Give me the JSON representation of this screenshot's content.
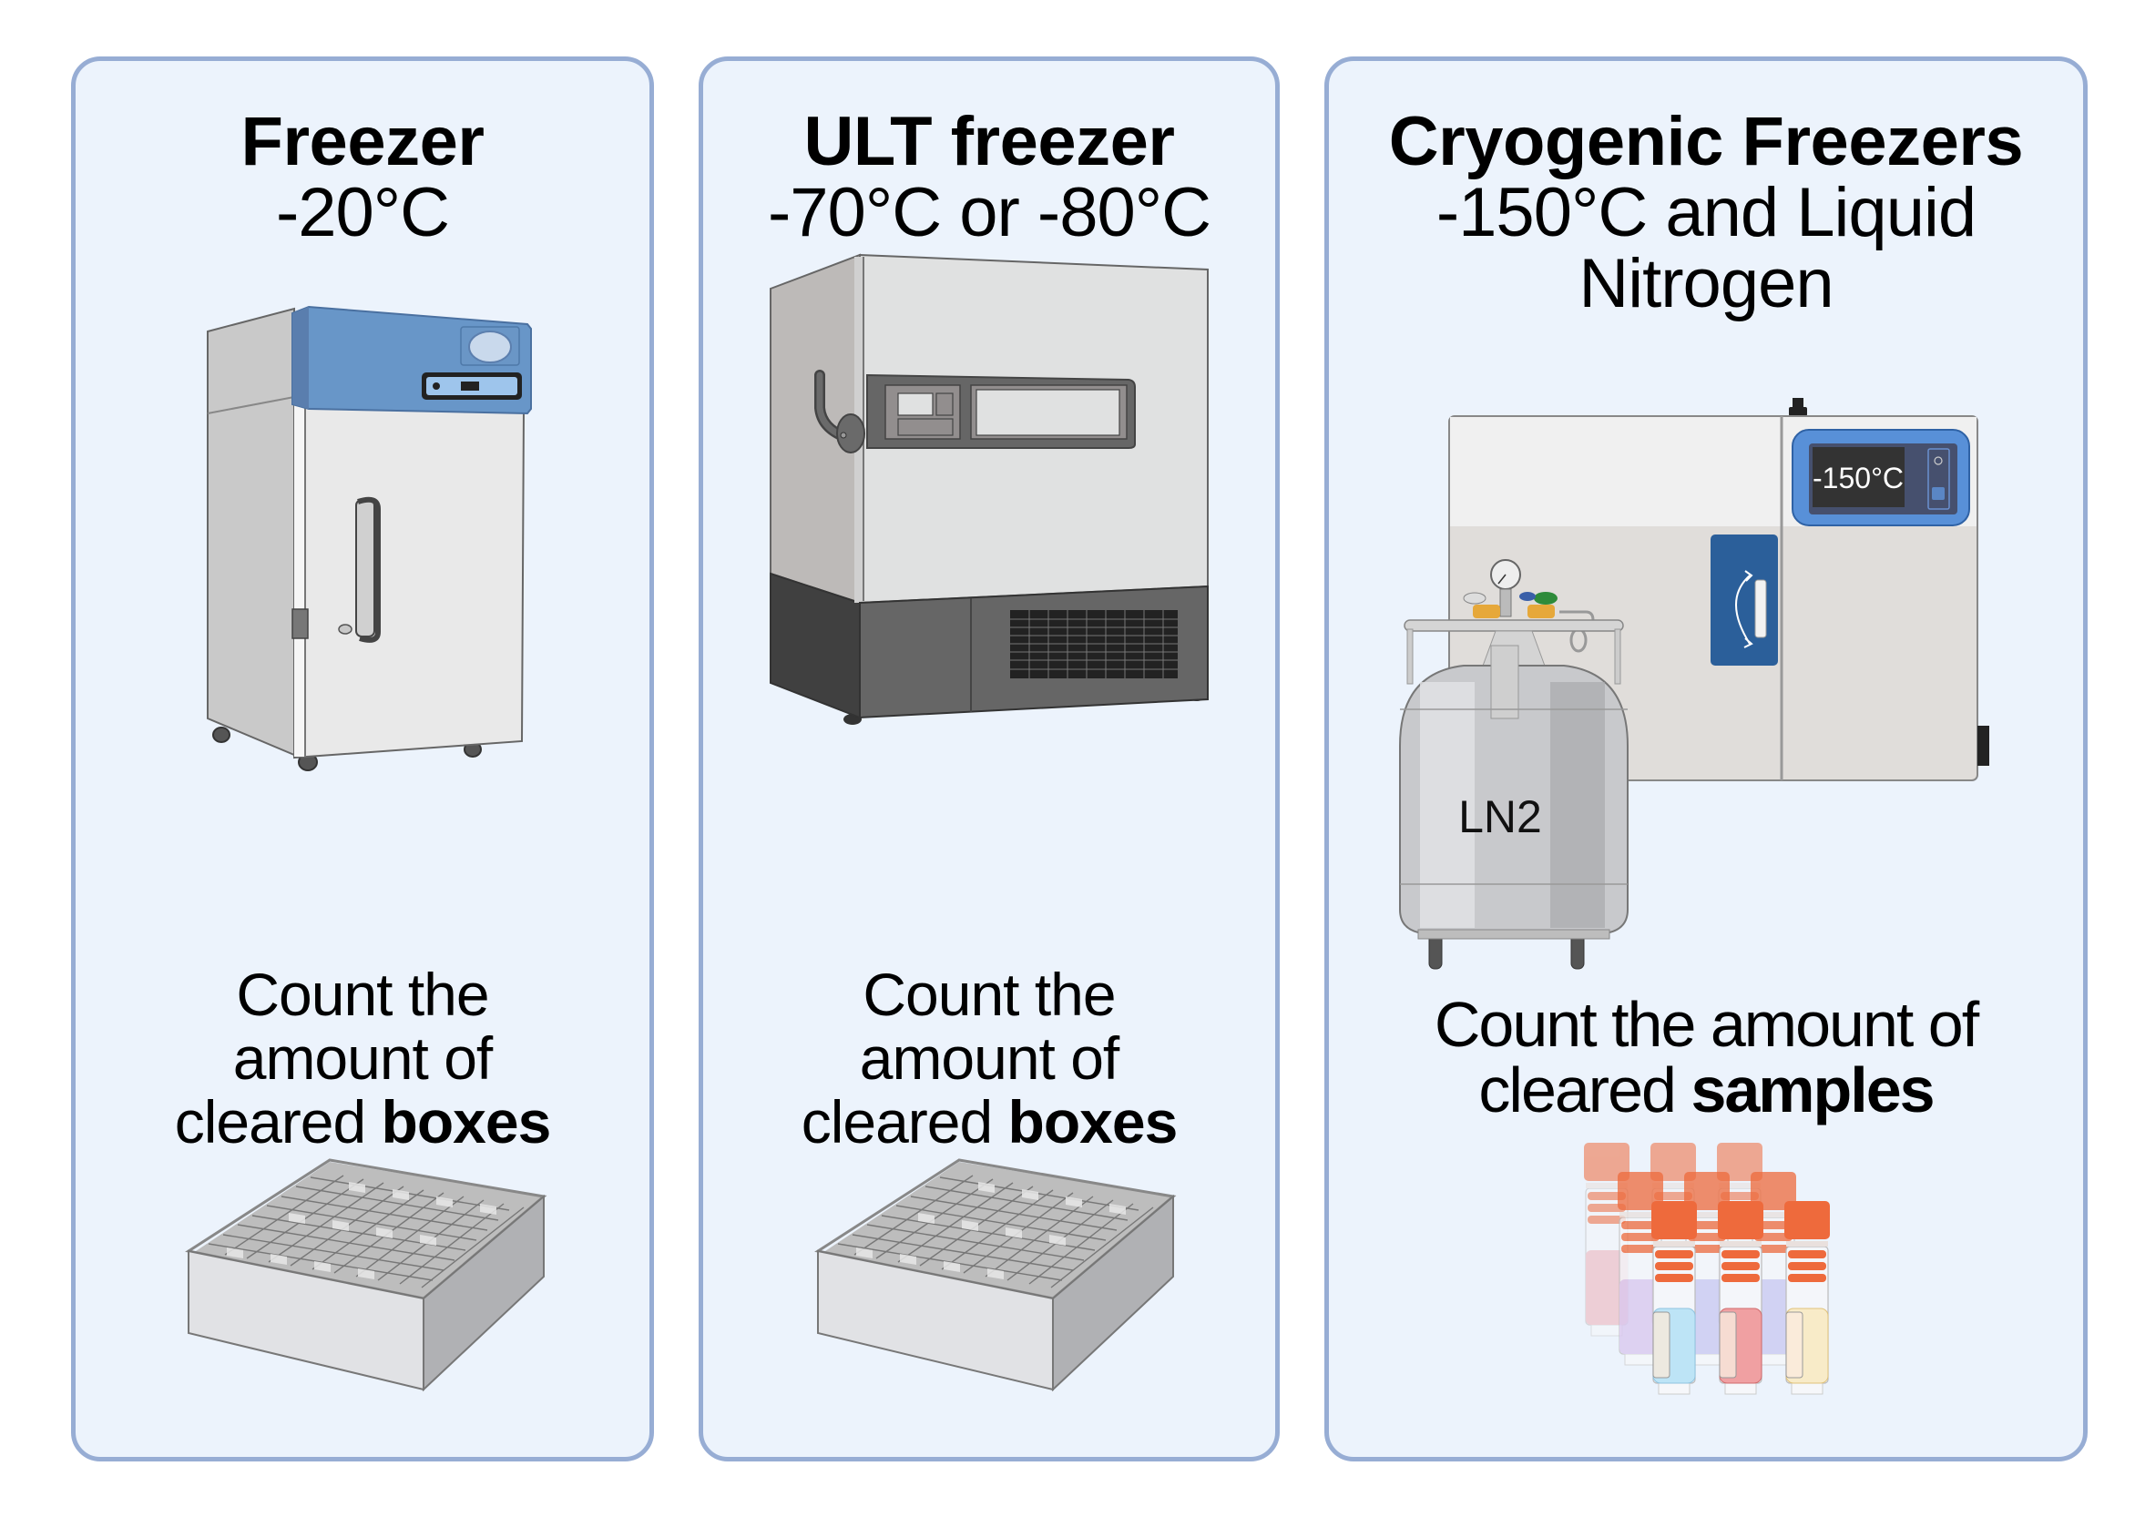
{
  "panels": [
    {
      "title": "Freezer",
      "temperature": "-20°C",
      "caption_line1": "Count the",
      "caption_line2": "amount of",
      "caption_line3_prefix": "cleared ",
      "caption_line3_bold": "boxes",
      "illustration": "upright-freezer-icon",
      "item_illustration": "storage-box-icon"
    },
    {
      "title": "ULT freezer",
      "temperature": "-70°C or -80°C",
      "caption_line1": "Count the",
      "caption_line2": "amount of",
      "caption_line3_prefix": "cleared ",
      "caption_line3_bold": "boxes",
      "illustration": "ult-freezer-icon",
      "item_illustration": "storage-box-icon"
    },
    {
      "title": "Cryogenic Freezers",
      "temperature_line1": "-150°C and Liquid",
      "temperature_line2": "Nitrogen",
      "caption_line1": "Count the amount of",
      "caption_line2_prefix": "cleared ",
      "caption_line2_bold": "samples",
      "illustration": "cryogenic-freezer-icon",
      "tank_label": "LN2",
      "display_reading": "-150°C",
      "item_illustration": "cryovials-icon"
    }
  ],
  "colors": {
    "panel_fill": "#ECF3FC",
    "panel_border": "#97ADD4",
    "freezer_blue": "#6896C8",
    "cryo_blue": "#2B5F9A",
    "vial_cap": "#EE6A3C"
  }
}
